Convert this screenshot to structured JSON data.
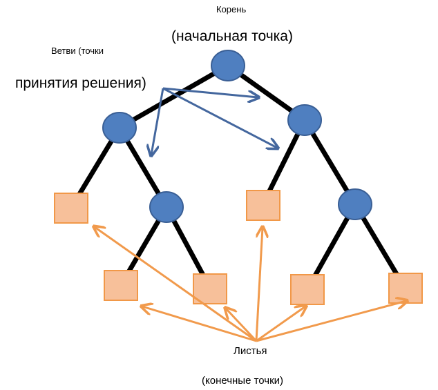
{
  "labels": {
    "root_title": "Корень",
    "root_subtitle": "(начальная точка)",
    "branches_line1": "Ветви (точки",
    "branches_line2": "принятия решения)",
    "leaves_title": "Листья",
    "leaves_subtitle": "(конечные точки)"
  },
  "colors": {
    "decision_node_fill": "#4f7fc0",
    "decision_node_stroke": "#3a5f95",
    "leaf_fill": "#f7c09a",
    "leaf_stroke": "#f19848",
    "edge": "#000000",
    "branch_arrow": "#44679e",
    "leaf_arrow": "#f19a4c"
  }
}
